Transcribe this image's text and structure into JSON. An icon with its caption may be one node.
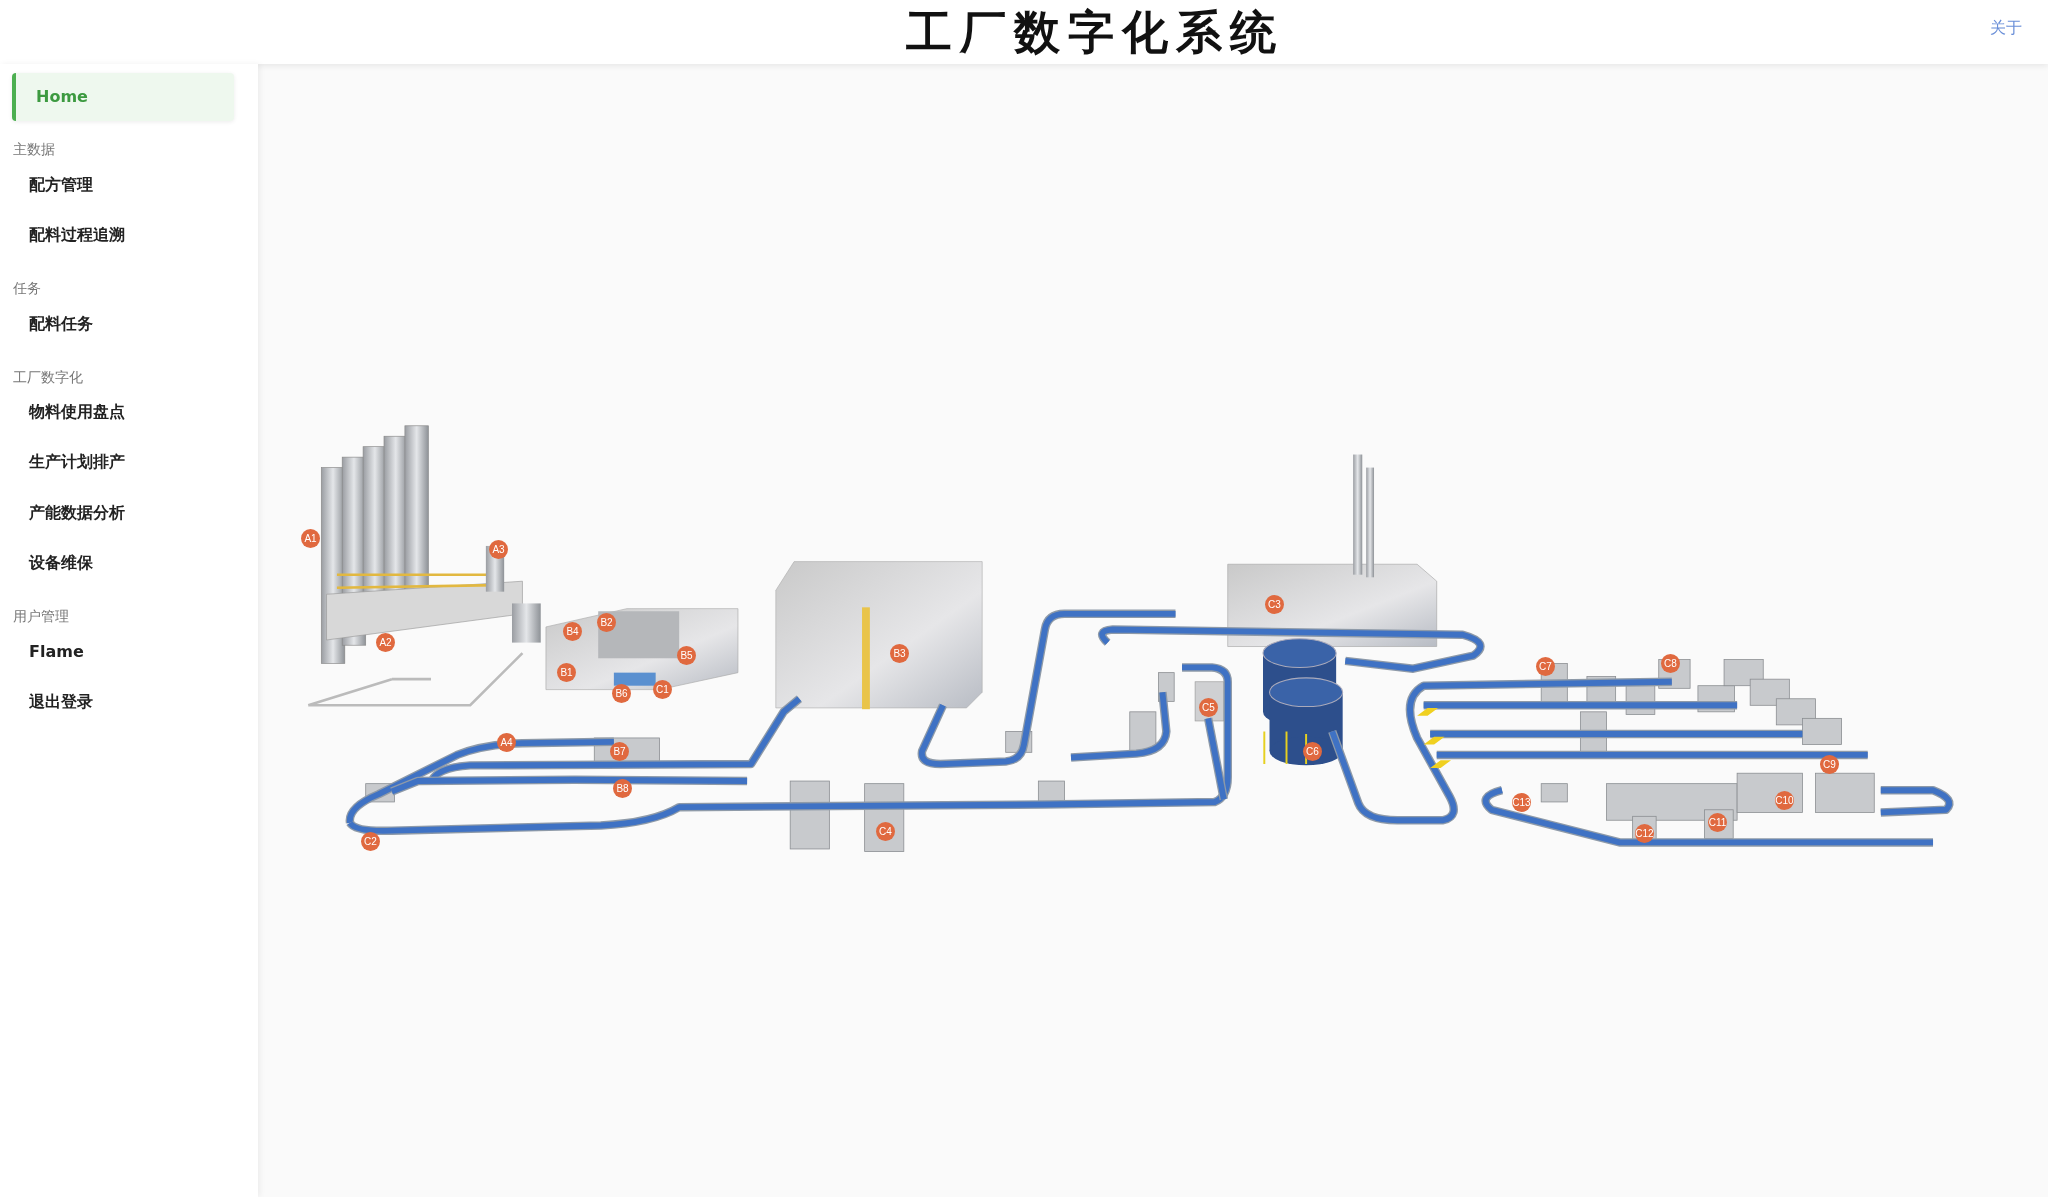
{
  "diagram": {
    "title": "工厂数字化系统",
    "nodes": [
      {
        "text": [
          "A1"
        ]
      },
      {
        "text": [
          "A2"
        ]
      },
      {
        "text": [
          "A3"
        ]
      },
      {
        "text": [
          "A4"
        ]
      },
      {
        "text": [
          "B1"
        ]
      },
      {
        "text": [
          "B2"
        ]
      },
      {
        "text": [
          "B3"
        ]
      },
      {
        "text": [
          "B4"
        ]
      },
      {
        "text": [
          "B5"
        ]
      },
      {
        "text": [
          "B6"
        ]
      },
      {
        "text": [
          "B7"
        ]
      },
      {
        "text": [
          "B8"
        ]
      },
      {
        "text": [
          "C1"
        ]
      },
      {
        "text": [
          "C2"
        ]
      },
      {
        "text": [
          "C3"
        ]
      },
      {
        "text": [
          "C4"
        ]
      },
      {
        "text": [
          "C5"
        ]
      },
      {
        "text": [
          "C6"
        ]
      },
      {
        "text": [
          "C7"
        ]
      },
      {
        "text": [
          "C8"
        ]
      },
      {
        "text": [
          "C9"
        ]
      },
      {
        "text": [
          "C10"
        ]
      },
      {
        "text": [
          "C11"
        ]
      },
      {
        "text": [
          "C12"
        ]
      },
      {
        "text": [
          "C13"
        ]
      }
    ],
    "labels": [
      "Home",
      "主数据",
      "配方管理",
      "配料过程追溯",
      "任务",
      "配料任务",
      "工厂数字化",
      "物料使用盘点",
      "生产计划排产",
      "产能数据分析",
      "设备维保",
      "用户管理",
      "Flame",
      "退出登录",
      "关于"
    ]
  }
}
